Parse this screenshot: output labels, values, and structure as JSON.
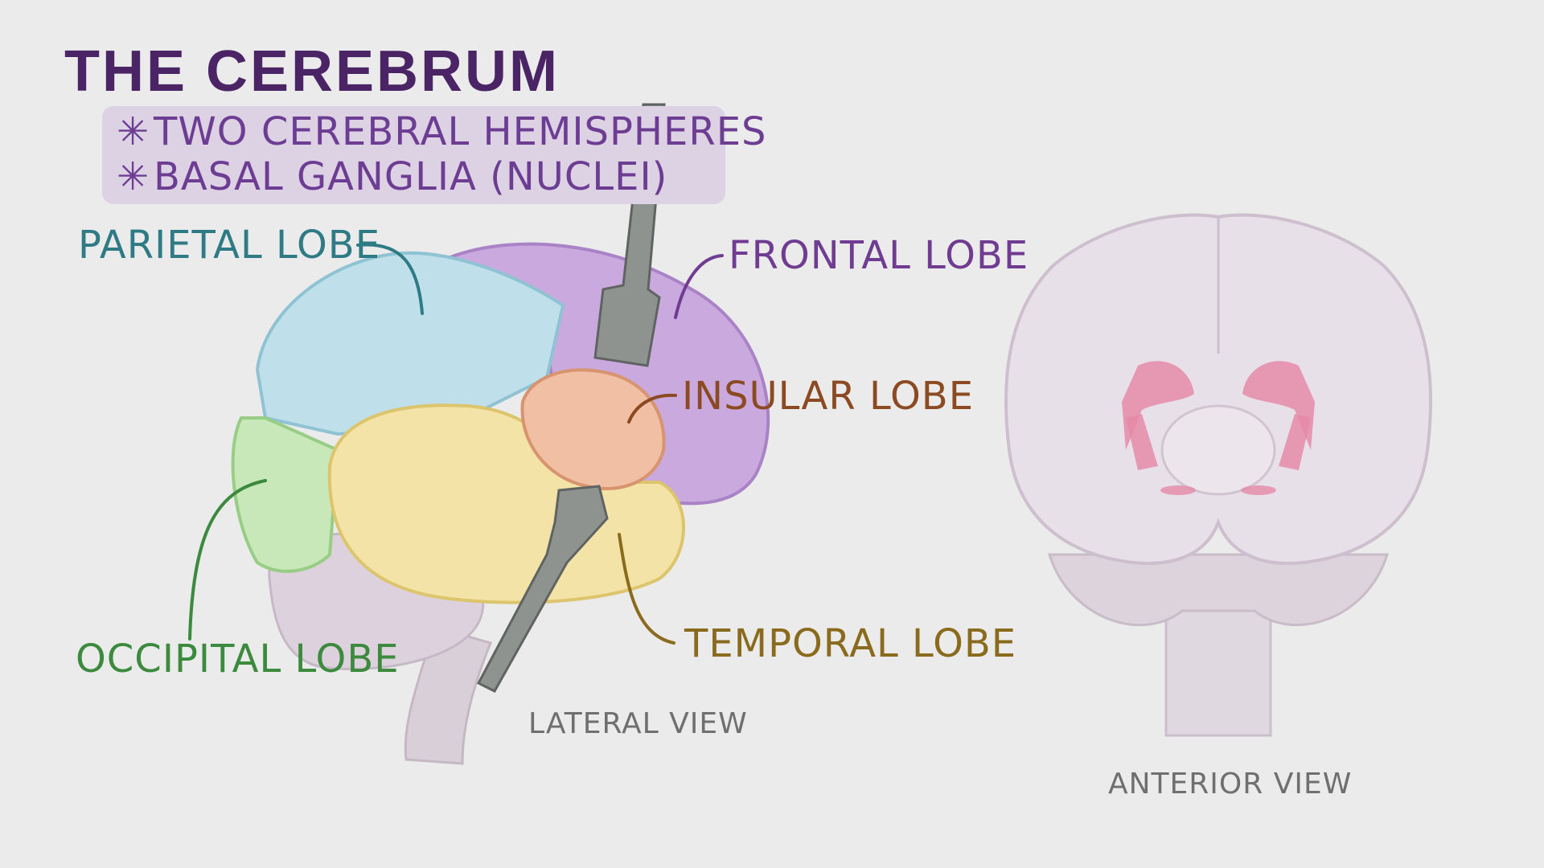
{
  "title": "The Cerebrum",
  "bullets": [
    {
      "icon": "asterisk-icon",
      "text": "TWO CEREBRAL HEMISPHERES"
    },
    {
      "icon": "asterisk-icon",
      "text": "BASAL GANGLIA (NUCLEI)"
    }
  ],
  "lobes": {
    "parietal": {
      "label": "PARIETAL LOBE",
      "color": "#2e7b86"
    },
    "frontal": {
      "label": "FRONTAL LOBE",
      "color": "#6f3c92"
    },
    "insular": {
      "label": "INSULAR LOBE",
      "color": "#8b4a22"
    },
    "occipital": {
      "label": "OCCIPITAL LOBE",
      "color": "#3b8a3d"
    },
    "temporal": {
      "label": "TEMPORAL LOBE",
      "color": "#8a6a1c"
    }
  },
  "views": {
    "lateral": "LATERAL VIEW",
    "anterior": "ANTERIOR VIEW"
  },
  "colors": {
    "background": "#ebebeb",
    "title": "#4b2466",
    "bullet_box": "#ddd2e4",
    "basal_ganglia": "#e58aa8"
  }
}
